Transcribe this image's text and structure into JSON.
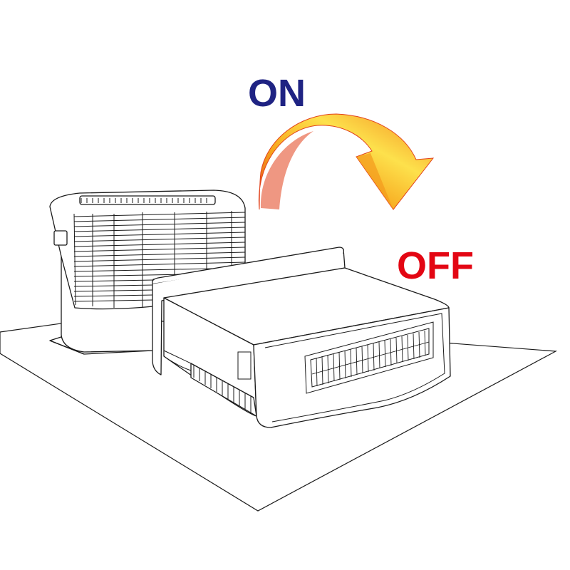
{
  "labels": {
    "on": "ON",
    "off": "OFF"
  },
  "colors": {
    "on_text": "#1f2383",
    "off_text": "#e30613",
    "arrow_light": "#fde14c",
    "arrow_mid": "#f7a51c",
    "arrow_dark": "#e2421b",
    "line": "#1a1a1a"
  },
  "scene": {
    "devices": [
      "heater-standing-on",
      "heater-tipped-off"
    ],
    "arrow_direction": "clockwise-over"
  }
}
